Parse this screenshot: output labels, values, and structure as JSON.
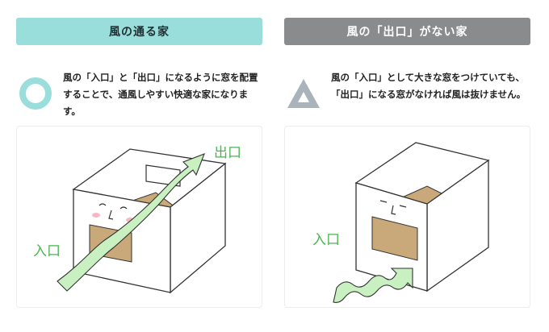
{
  "left": {
    "title": "風の通る家",
    "description": "風の「入口」と「出口」になるように窓を配置することで、通風しやすい快適な家になります。",
    "mark_icon": "circle-mark-icon",
    "labels": {
      "entrance": "入口",
      "exit": "出口"
    }
  },
  "right": {
    "title": "風の「出口」がない家",
    "description": "風の「入口」として大きな窓をつけていても、「出口」になる窓がなければ風は抜けません。",
    "mark_icon": "triangle-mark-icon",
    "labels": {
      "entrance": "入口"
    }
  },
  "colors": {
    "good_header": "#9adedc",
    "bad_header": "#8a8b8d",
    "wind": "#c8f0c0",
    "wind_outline": "#6fcf73",
    "floor": "#c9a97a"
  }
}
